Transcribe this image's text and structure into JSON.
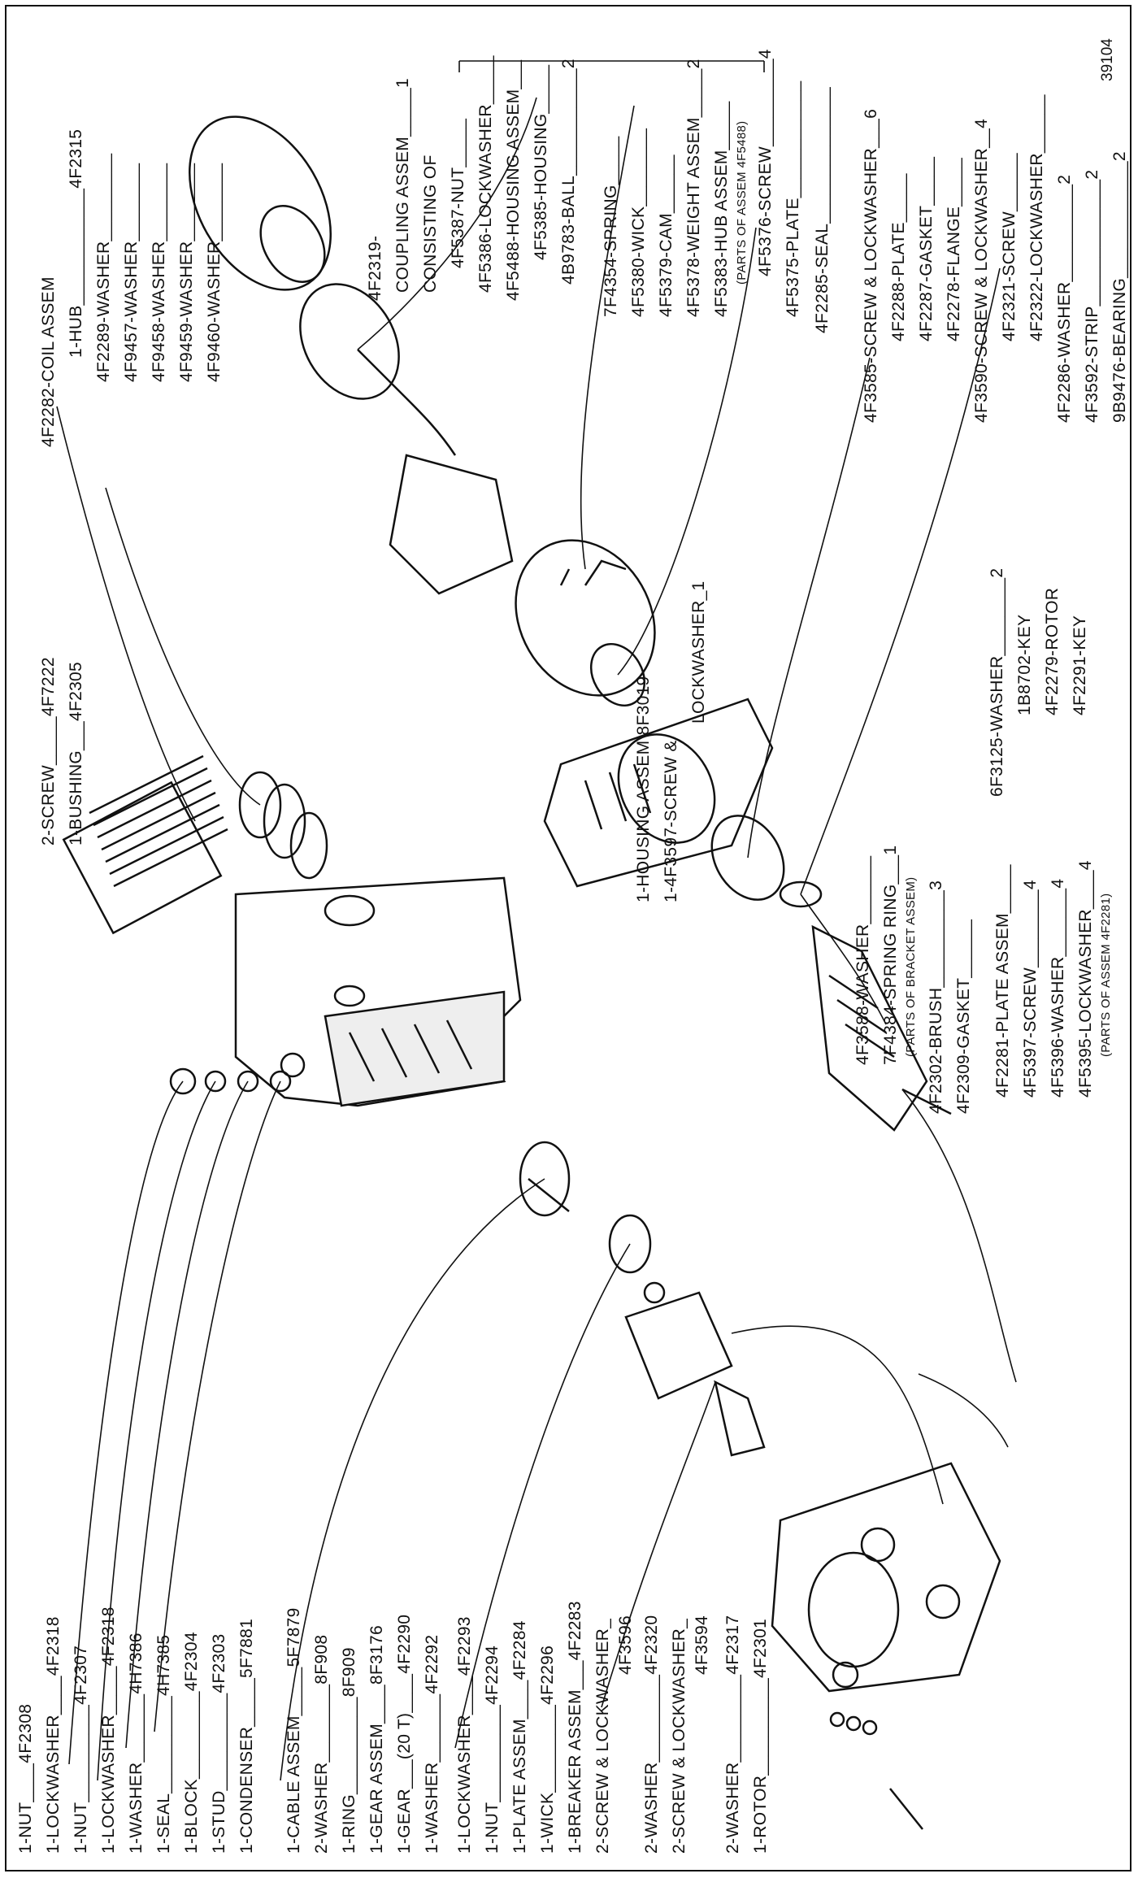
{
  "figure_number": "39104",
  "labels": {
    "nut_4f2308": "1-NUT____4F2308",
    "lockwasher_4f2318a": "1-LOCKWASHER____4F2318",
    "nut_4f2307": "1-NUT__________4F2307",
    "lockwasher_4f2318b": "1-LOCKWASHER_____4F2318",
    "washer_4h7386": "1-WASHER_______4H7386",
    "seal_4h7385": "1-SEAL__________4H7385",
    "block_4f2304": "1-BLOCK_________4F2304",
    "stud_4f2303": "1-STUD__________4F2303",
    "condenser_5f7881": "1-CONDENSER_____5F7881",
    "cable_assem": "1-CABLE ASSEM_____5F7879",
    "washer_8f908": "2-WASHER________8F908",
    "ring_8f909": "1-RING__________8F909",
    "gear_assem": "1-GEAR ASSEM____8F3176",
    "gear_20t": "1-GEAR___(20 T)____4F2290",
    "washer_4f2292": "1-WASHER_______4F2292",
    "lockwasher_4f2293": "1-LOCKWASHER____4F2293",
    "nut_4f2294": "1-NUT__________4F2294",
    "plate_assem": "1-PLATE ASSEM____4F2284",
    "wick_4f2296": "1-WICK_________4F2296",
    "breaker_assem": "1-BREAKER ASSEM___4F2283",
    "screw_lockwasher_3596": "2-SCREW & LOCKWASHER_",
    "num_3596": "4F3596",
    "washer_4f2320": "2-WASHER_________4F2320",
    "screw_lockwasher_3594": "2-SCREW & LOCKWASHER_",
    "num_3594": "4F3594",
    "washer_4f2317": "2-WASHER_________4F2317",
    "rotor_4f2301": "1-ROTOR__________4F2301",
    "screw_4f7222": "2-SCREW_____4F7222",
    "bushing_4f2305": "1-BUSHING___4F2305",
    "coil_assem": "4F2282-COIL ASSEM",
    "hub": "1-HUB____________4F2315",
    "washer_4f2289": "4F2289-WASHER_________",
    "washer_4f9457": "4F9457-WASHER________",
    "washer_4f9458": "4F9458-WASHER________",
    "washer_4f9459": "4F9459-WASHER________",
    "washer_4f9460": "4F9460-WASHER________",
    "coupling_line1": "4F2319-",
    "coupling_line2": "COUPLING ASSEM_____1",
    "coupling_line3": "CONSISTING OF",
    "nut_4f5387": "4F5387-NUT_____",
    "lockwasher_4f5386": "4F5386-LOCKWASHER_____",
    "housing_assem_4f5488": "4F5488-HOUSING ASSEM___",
    "housing_4f5385": "4F5385-HOUSING_____",
    "ball_4b9783": "4B9783-BALL___________2",
    "spring_7f4354": "7F4354-SPRING_____",
    "wick_4f5380": "4F5380-WICK________",
    "cam_4f5379": "4F5379-CAM______",
    "weight_assem": "4F5378-WEIGHT ASSEM_____2",
    "hub_assem": "4F5383-HUB ASSEM_____",
    "hub_assem_note": "(PARTS OF ASSEM 4F5488)",
    "screw_4f5376": "4F5376-SCREW_________4",
    "plate_4f5375": "4F5375-PLATE____________",
    "seal_4f2285": "4F2285-SEAL______________",
    "screw_lock_4f3585": "4F3585-SCREW & LOCKWASHER___6",
    "plate_4f2288": "4F2288-PLATE_____",
    "gasket_4f2287": "4F2287-GASKET_____",
    "flange_4f2278": "4F2278-FLANGE_____",
    "screw_lock_4f3590": "4F3590-SCREW & LOCKWASHER__4",
    "screw_4f2321": "4F2321-SCREW______",
    "lockwasher_4f2322": "4F2322-LOCKWASHER______",
    "washer_4f2286": "4F2286-WASHER__________2",
    "strip_4f3592": "4F3592-STRIP_____________2",
    "bearing_9b9476": "9B9476-BEARING____________2",
    "housing_assem_8f3019": "1-HOUSING ASSEM 8F3019",
    "screw_lockwasher_4f3597a": "1-4F3597-SCREW &",
    "screw_lockwasher_4f3597b": "LOCKWASHER_1",
    "washer_6f3125": "6F3125-WASHER________2",
    "key_1b8702": "1B8702-KEY",
    "rotor_4f2279": "4F2279-ROTOR",
    "key_4f2291": "4F2291-KEY",
    "washer_4f3588": "4F3588-WASHER_______",
    "spring_ring_7f4384": "7F4384-SPRING RING___1",
    "bracket_note": "(PARTS OF BRACKET ASSEM)",
    "brush_4f2302": "4F2302-BRUSH__________3",
    "gasket_4f2309": "4F2309-GASKET______",
    "plate_assem_4f2281": "4F2281-PLATE ASSEM_____",
    "screw_4f5397": "4F5397-SCREW________4",
    "washer_4f5396": "4F5396-WASHER_______4",
    "lockwasher_4f5395": "4F5395-LOCKWASHER____4",
    "assem_4f2281_note": "(PARTS OF ASSEM 4F2281)"
  },
  "colors": {
    "ink": "#111111",
    "paper": "#ffffff"
  }
}
